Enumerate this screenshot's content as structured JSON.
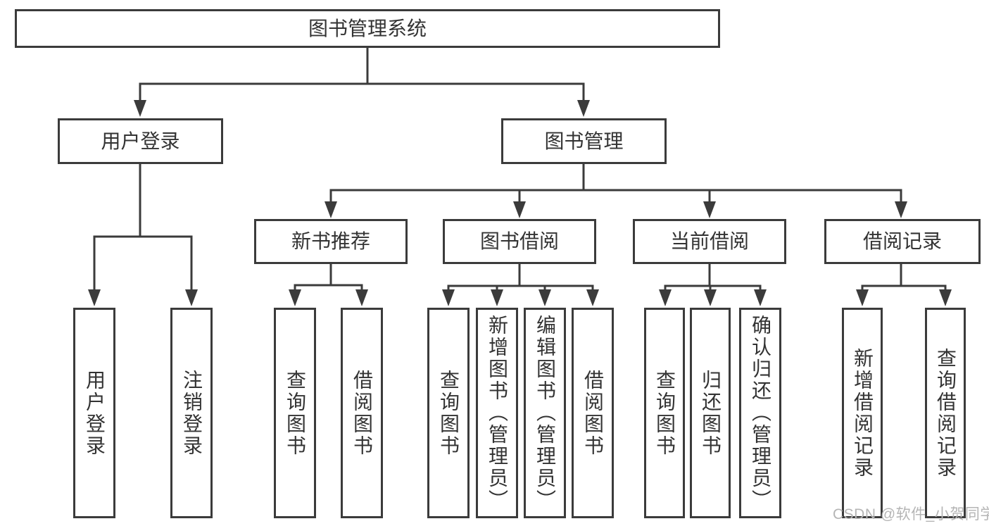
{
  "tree": {
    "label": "图书管理系统",
    "children": [
      {
        "label": "用户登录",
        "children": [
          {
            "label": "用户登录"
          },
          {
            "label": "注销登录"
          }
        ]
      },
      {
        "label": "图书管理",
        "children": [
          {
            "label": "新书推荐",
            "children": [
              {
                "label": "查询图书"
              },
              {
                "label": "借阅图书"
              }
            ]
          },
          {
            "label": "图书借阅",
            "children": [
              {
                "label": "查询图书"
              },
              {
                "label": "新增图书（管理员）"
              },
              {
                "label": "编辑图书（管理员）"
              },
              {
                "label": "借阅图书"
              }
            ]
          },
          {
            "label": "当前借阅",
            "children": [
              {
                "label": "查询图书"
              },
              {
                "label": "归还图书"
              },
              {
                "label": "确认归还（管理员）"
              }
            ]
          },
          {
            "label": "借阅记录",
            "children": [
              {
                "label": "新增借阅记录"
              },
              {
                "label": "查询借阅记录"
              }
            ]
          }
        ]
      }
    ]
  },
  "watermark": {
    "text": "CSDN @软件_小贺同学"
  },
  "colors": {
    "line": "#3b3b3b",
    "text": "#333333",
    "watermark": "#b5b5b5",
    "background": "#ffffff"
  }
}
